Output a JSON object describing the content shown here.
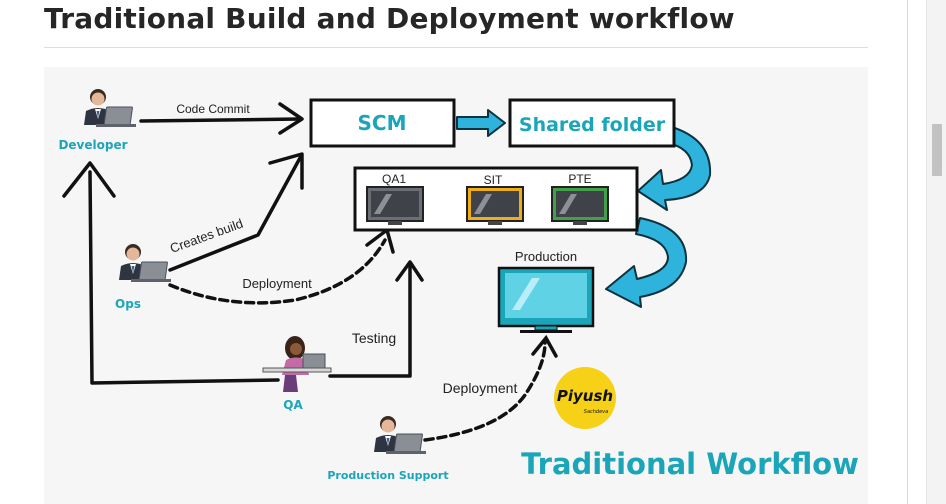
{
  "article": {
    "title": "Traditional Build and Deployment workflow"
  },
  "diagram": {
    "roles": {
      "developer": "Developer",
      "ops": "Ops",
      "qa": "QA",
      "production_support": "Production Support"
    },
    "boxes": {
      "scm": "SCM",
      "shared_folder": "Shared folder",
      "qa1": "QA1",
      "sit": "SIT",
      "pte": "PTE",
      "production": "Production"
    },
    "edges": {
      "code_commit": "Code Commit",
      "creates_build": "Creates build",
      "deployment_ops": "Deployment",
      "testing": "Testing",
      "deployment_prod": "Deployment"
    },
    "branding": {
      "logo_name": "Piyush",
      "logo_surname": "Sachdeva",
      "workflow_title": "Traditional Workflow"
    },
    "colors": {
      "teal": "#1aa5b8",
      "arrow_blue": "#2eb3dd",
      "logo_yellow": "#f7d117",
      "sit_frame": "#f0ad1a",
      "pte_frame": "#43a04a"
    }
  }
}
